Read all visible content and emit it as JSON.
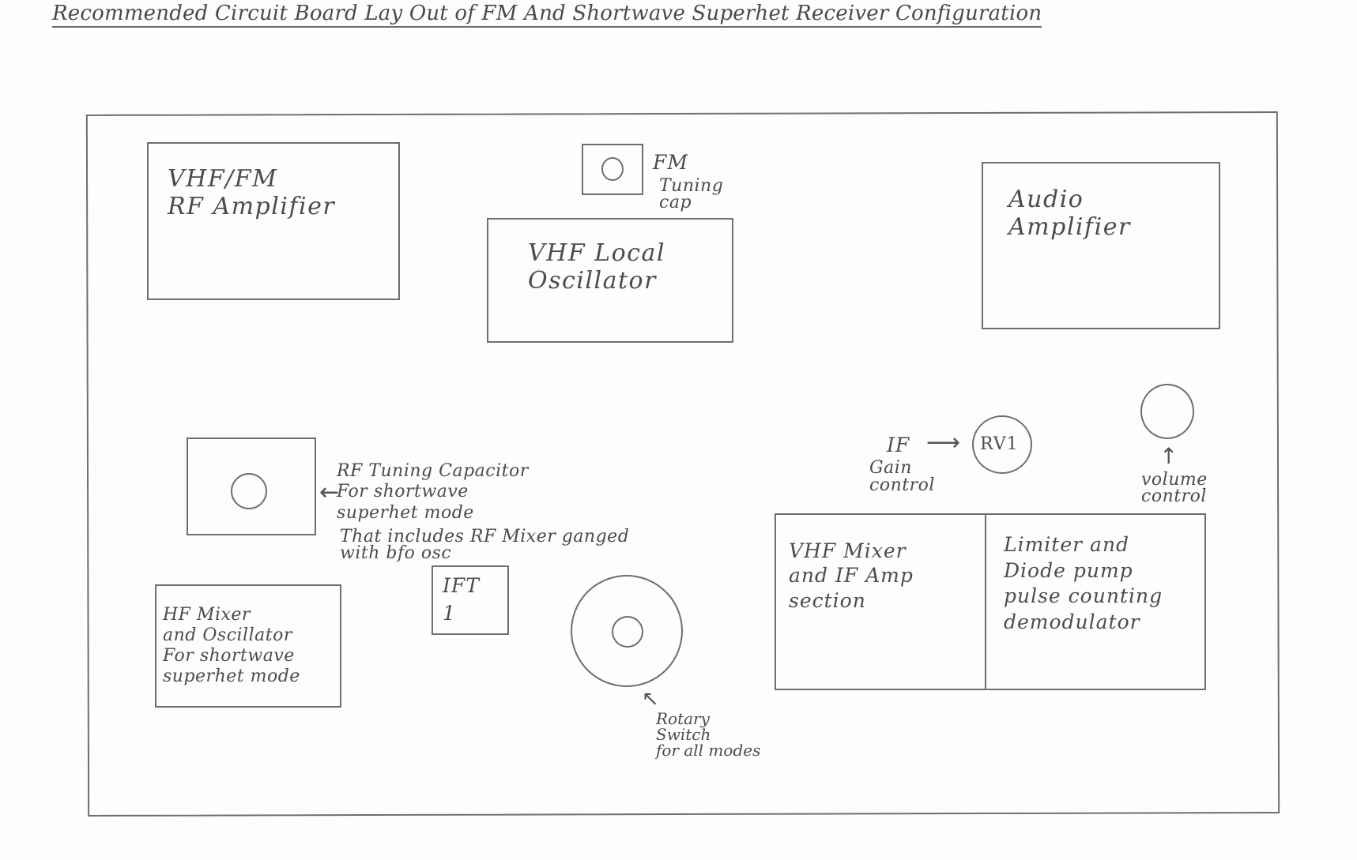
{
  "title": "Recommended Circuit Board Lay Out of  FM And Shortwave Superhet Receiver Configuration",
  "blocks": {
    "vhf_rf_amp": "VHF/FM\n   RF Amplifier",
    "vhf_local_osc": "VHF Local\nOscillator",
    "audio_amp": "Audio\n   Amplifier",
    "hf_mixer": "HF Mixer\nand Oscillator\nFor shortwave\nsuperhet mode",
    "ift1": "IFT\n  1",
    "vhf_mixer": "VHF Mixer\nand IF Amp\nsection",
    "limiter": "Limiter and\nDiode pump\n pulse counting\n  demodulator"
  },
  "labels": {
    "fm_tuning": "FM",
    "fm_tuning_sub": "Tuning\n cap",
    "rf_tuning": "RF Tuning Capacitor\n  For shortwave\n      superhet mode",
    "rf_tuning_note": "That  includes RF Mixer ganged\n                       with bfo osc",
    "if_gain": "IF",
    "if_gain_sub": "Gain\n  control",
    "rv1": "RV1",
    "volume": "volume\n control",
    "rotary": "Rotary\n  Switch\n    for all modes"
  },
  "colors": {
    "line": "#6e6e6e",
    "text": "#4c4c4c"
  }
}
